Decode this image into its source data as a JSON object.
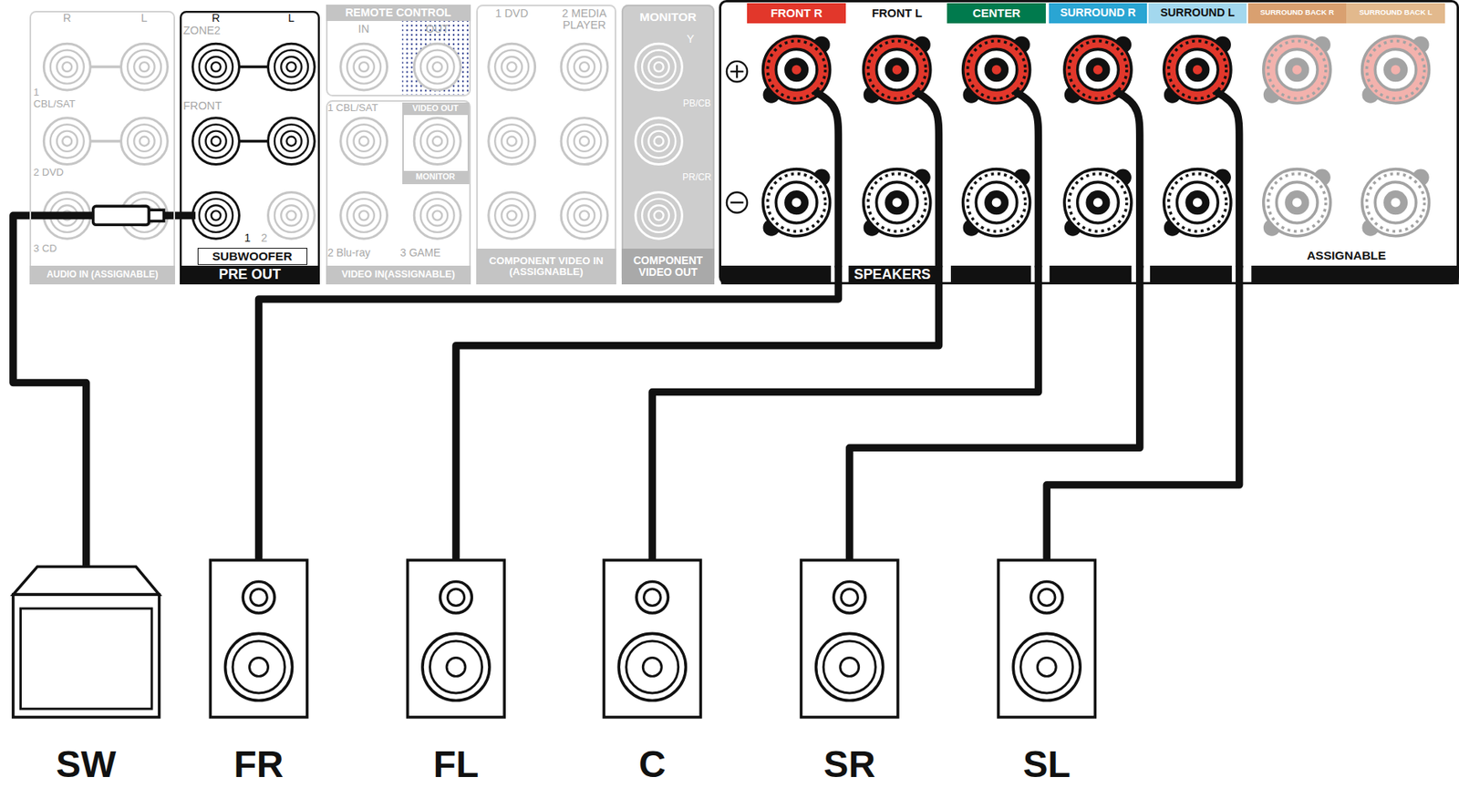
{
  "diagram": {
    "nodes": [
      {
        "text": [
          "AUDIO IN (ASSIGNABLE)"
        ]
      },
      {
        "text": [
          "PRE OUT"
        ]
      },
      {
        "text": [
          "SUBWOOFER"
        ],
        "in": 1
      },
      {
        "text": [
          "REMOTE CONTROL"
        ]
      },
      {
        "text": [
          "VIDEO IN(ASSIGNABLE)"
        ]
      },
      {
        "text": [
          "VIDEO OUT",
          "MONITOR"
        ],
        "in": 4
      },
      {
        "text": [
          "COMPONENT VIDEO IN (ASSIGNABLE)"
        ]
      },
      {
        "text": [
          "MONITOR",
          "COMPONENT VIDEO OUT"
        ]
      },
      {
        "text": [
          "SPEAKERS"
        ]
      },
      {
        "text": [
          "FRONT R"
        ],
        "in": 8
      },
      {
        "text": [
          "FRONT L"
        ],
        "in": 8
      },
      {
        "text": [
          "CENTER"
        ],
        "in": 8
      },
      {
        "text": [
          "SURROUND R"
        ],
        "in": 8
      },
      {
        "text": [
          "SURROUND L"
        ],
        "in": 8
      },
      {
        "text": [
          "SURROUND BACK R"
        ],
        "in": 8
      },
      {
        "text": [
          "SURROUND BACK L"
        ],
        "in": 8
      },
      {
        "text": [
          "SW"
        ]
      },
      {
        "text": [
          "FR"
        ]
      },
      {
        "text": [
          "FL"
        ]
      },
      {
        "text": [
          "C"
        ]
      },
      {
        "text": [
          "SR"
        ]
      },
      {
        "text": [
          "SL"
        ]
      }
    ],
    "edges": [
      {
        "from": 2,
        "to": 16,
        "arrow": "none"
      },
      {
        "from": 9,
        "to": 17,
        "arrow": "none"
      },
      {
        "from": 10,
        "to": 18,
        "arrow": "none"
      },
      {
        "from": 11,
        "to": 19,
        "arrow": "none"
      },
      {
        "from": 12,
        "to": 20,
        "arrow": "none"
      },
      {
        "from": 13,
        "to": 21,
        "arrow": "none"
      }
    ],
    "labels": [
      "R",
      "L",
      "1 CBL/SAT",
      "2 DVD",
      "3 CD",
      "R",
      "L",
      "ZONE2",
      "FRONT",
      "1",
      "2",
      "IN",
      "OUT",
      "1 CBL/SAT",
      "2 Blu-ray",
      "3 GAME",
      "1 DVD",
      "2 MEDIA PLAYER",
      "Y",
      "PB/CB",
      "PR/CR",
      "ASSIGNABLE"
    ]
  }
}
